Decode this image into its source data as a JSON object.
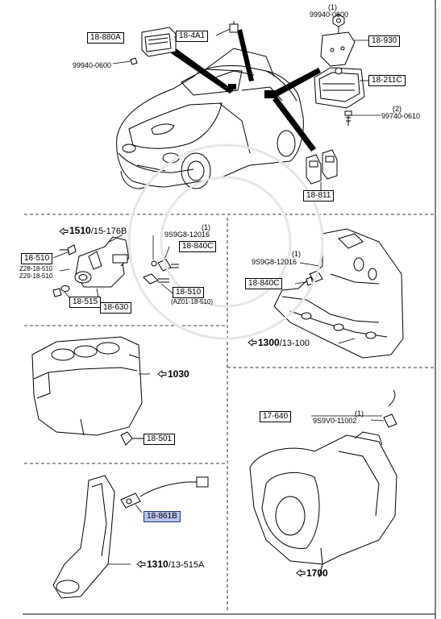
{
  "top": {
    "qty_nut": "(1)",
    "nut_part": "99940-0600",
    "bracket_part": "18-930",
    "module_part": "18-211C",
    "unit_part": "18-880A",
    "relay_part": "18-4A1",
    "left_nut_part": "99940-0600",
    "qty_bolt": "(2)",
    "bolt_part": "99740-0610",
    "connector_part": "18-811"
  },
  "mid_left": {
    "ref_main": "1510",
    "ref_sub": "/15-176B",
    "qty_a": "(1)",
    "plug_part": "9S9G8-12016",
    "sensor_a": "18-840C",
    "sensor_left": "18-510",
    "alt1": "Z28-18-510",
    "alt2": "Z29-18-510",
    "sensor_b": "18-510",
    "sensor_b_alt": "(AZ01-18-510)",
    "ring_part": "18-515",
    "body_part": "18-630"
  },
  "mid_right": {
    "qty": "(1)",
    "plug_part": "9S9G8-12016",
    "sensor": "18-840C",
    "ref_main": "1300",
    "ref_sub": "/13-100"
  },
  "block": {
    "ref_main": "1030",
    "switch_part": "18-501"
  },
  "gear": {
    "sensor_part": "17-640",
    "qty": "(1)",
    "plug_part": "9S9V0-11002",
    "ref_main": "1700"
  },
  "bottom_left": {
    "sensor_part": "18-861B",
    "ref_main": "1310",
    "ref_sub": "/13-515A"
  },
  "colors": {
    "highlight_fill": "#b8c4ec",
    "highlight_border": "#1f2f8a",
    "line": "#000000"
  },
  "icons": [
    "reference-arrow-icon"
  ]
}
